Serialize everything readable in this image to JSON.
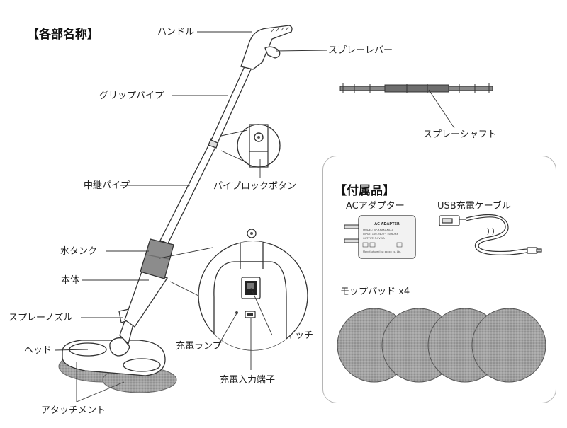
{
  "section_title": "【各部名称】",
  "parts": {
    "handle": "ハンドル",
    "spray_lever": "スプレーレバー",
    "grip_pipe": "グリップパイプ",
    "spray_shaft": "スプレーシャフト",
    "middle_pipe": "中継パイプ",
    "pipe_lock_button": "パイプロックボタン",
    "water_tank": "水タンク",
    "body": "本体",
    "spray_nozzle": "スプレーノズル",
    "head": "ヘッド",
    "attachment": "アタッチメント",
    "charge_lamp": "充電ランプ",
    "power_switch": "電源スイッチ",
    "charge_input_terminal": "充電入力端子"
  },
  "accessories": {
    "title": "【付属品】",
    "ac_adapter": "ACアダプター",
    "usb_cable": "USB充電ケーブル",
    "mop_pad": "モップパッド x4",
    "adapter_print": {
      "heading": "AC ADAPTER",
      "lines": [
        "MODEL: BP-XXXXXXXXX",
        "INPUT: 100-240V~ 50/60Hz",
        "OUTPUT: 5.0V 1A",
        "Manufactured by: xxxxx co. Ltd."
      ]
    }
  },
  "colors": {
    "line": "#333333",
    "tank_fill": "#8c8c8c",
    "pad_fill": "#9a9a9a",
    "box_border": "#b5b5b5"
  }
}
